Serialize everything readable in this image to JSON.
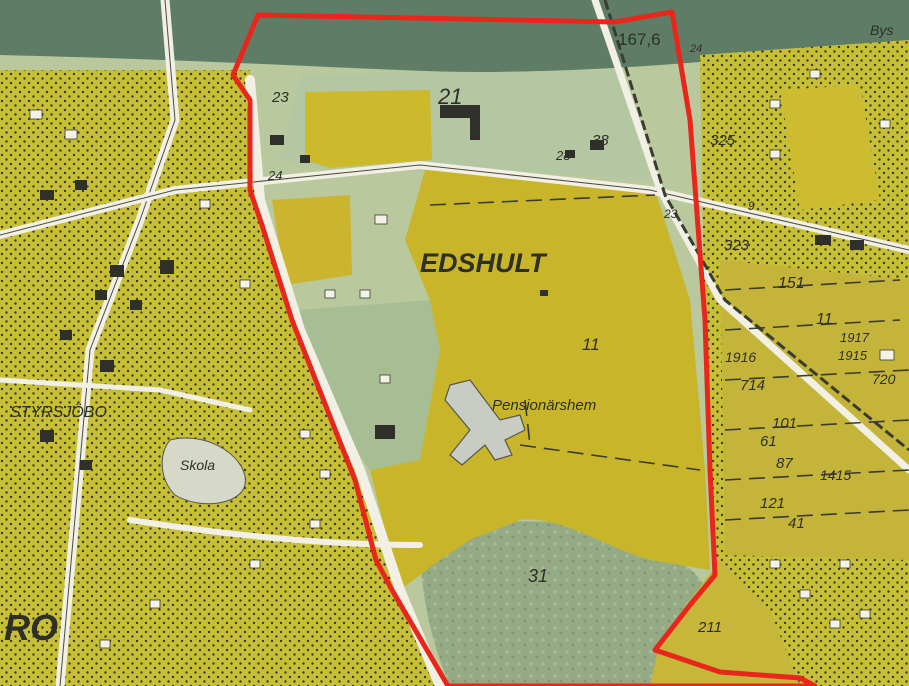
{
  "map": {
    "place_names": {
      "edshult": "EDSHULT",
      "styrsjobo": "STYRSJÖBO",
      "pensionarshem": "Pensionärshem",
      "skola": "Skola",
      "ro": "RO",
      "bys": "Bys"
    },
    "road_label": "167,6",
    "parcel_labels": {
      "p21": "21",
      "p23": "23",
      "p24": "24",
      "p28": "28",
      "p38": "38",
      "p325": "325",
      "p323": "323",
      "p151": "151",
      "p11a": "11",
      "p11b": "11",
      "p1916": "1916",
      "p1917": "1917",
      "p1915": "1915",
      "p714": "714",
      "p720": "720",
      "p101": "101",
      "p61": "61",
      "p87": "87",
      "p1415": "1415",
      "p121": "121",
      "p41": "41",
      "p31": "31",
      "p211": "211",
      "p23b": "23",
      "p9": "9",
      "p24b": "24"
    },
    "colors": {
      "boundary": "#e8261c",
      "field": "#c8b52a",
      "forest": "#8ea77e",
      "water": "#5f7d66",
      "built": "#d7dd9c"
    }
  }
}
